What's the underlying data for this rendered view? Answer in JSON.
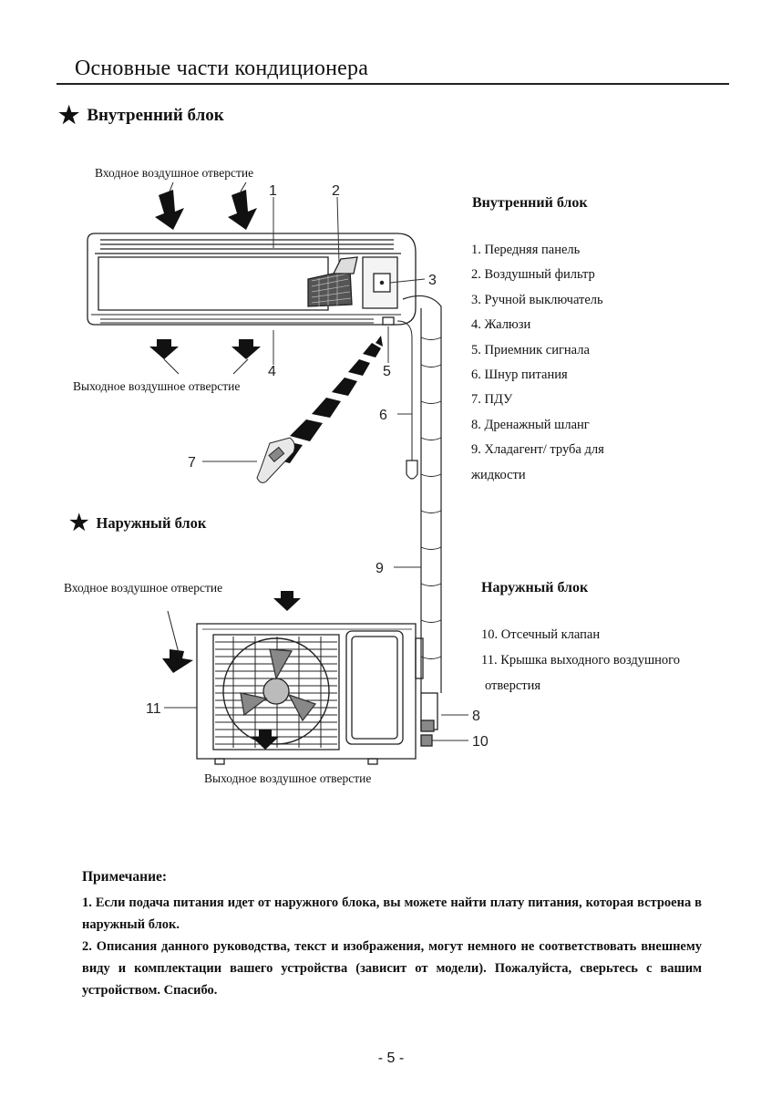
{
  "page": {
    "title": "Основные части кондиционера",
    "number": "- 5 -"
  },
  "indoor": {
    "heading": "Внутренний блок",
    "inlet_label": "Входное воздушное отверстие",
    "outlet_label": "Выходное воздушное отверстие",
    "callouts": [
      "1",
      "2",
      "3",
      "4",
      "5",
      "6",
      "7"
    ]
  },
  "outdoor": {
    "heading": "Наружный блок",
    "inlet_label": "Входное воздушное отверстие",
    "outlet_label": "Выходное воздушное отверстие",
    "callouts": [
      "8",
      "9",
      "10",
      "11"
    ]
  },
  "indoor_panel": {
    "title": "Внутренний блок",
    "items": [
      "1. Передняя панель",
      "2. Воздушный фильтр",
      "3. Ручной выключатель",
      "4. Жалюзи",
      "5. Приемник сигнала",
      "6. Шнур питания",
      "7. ПДУ",
      "8. Дренажный шланг",
      "9. Хладагент/ труба для",
      "жидкости"
    ]
  },
  "outdoor_panel": {
    "title": "Наружный блок",
    "items": [
      "10. Отсечный клапан",
      "11. Крышка выходного воздушного",
      "отверстия"
    ]
  },
  "note": {
    "heading": "Примечание:",
    "paragraphs": [
      "1. Если подача питания идет от наружного блока, вы можете найти плату питания, которая встроена в наружный блок.",
      "2. Описания данного руководства, текст и изображения, могут немного не соответствовать внешнему виду и комплектации вашего устройства (зависит от модели). Пожалуйста, сверьтесь с вашим устройством. Спасибо."
    ]
  }
}
